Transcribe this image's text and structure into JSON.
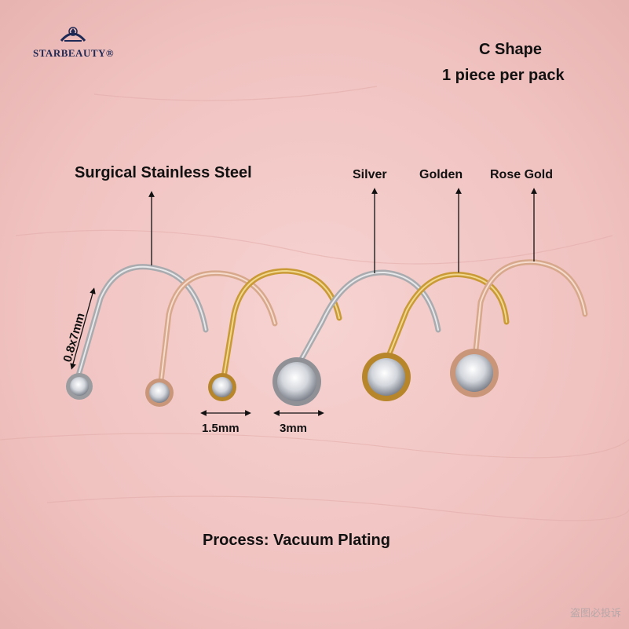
{
  "brand": {
    "name": "STARBEAUTY®"
  },
  "header": {
    "shape": "C Shape",
    "pack": "1 piece per pack"
  },
  "labels": {
    "material": "Surgical Stainless Steel",
    "silver": "Silver",
    "golden": "Golden",
    "rose_gold": "Rose Gold",
    "gauge": "0.8x7mm",
    "small_stone": "1.5mm",
    "large_stone": "3mm",
    "process": "Process: Vacuum Plating"
  },
  "watermark": "盗图必投诉",
  "colors": {
    "background": "#f2c8c6",
    "silver": "#a9abaf",
    "golden": "#c99a35",
    "rose_gold": "#d7a88c",
    "crystal": "#e8eaee"
  }
}
